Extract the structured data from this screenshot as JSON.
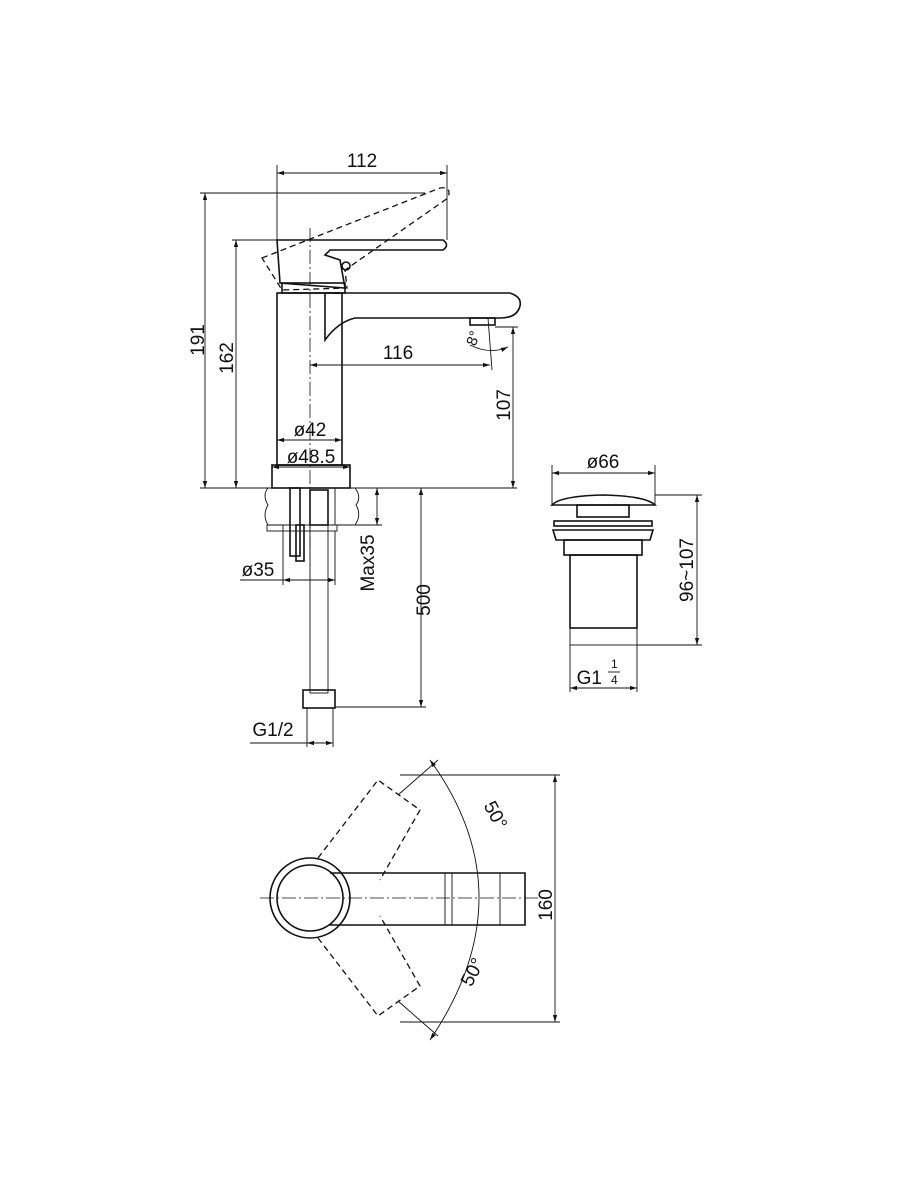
{
  "drawing": {
    "faucet_side": {
      "width_lever": "112",
      "height_total": "191",
      "height_lever": "162",
      "spout_reach": "116",
      "spout_height": "107",
      "spout_angle": "8°",
      "body_diameter": "ø42",
      "base_diameter": "ø48.5"
    },
    "installation": {
      "hole_diameter": "ø35",
      "max_counter": "Max35",
      "hose_length": "500",
      "hose_thread": "G1/2"
    },
    "drain": {
      "cap_diameter": "ø66",
      "height_range": "96~107",
      "thread_main": "G1",
      "thread_num": "1",
      "thread_den": "4"
    },
    "top_view": {
      "depth": "160",
      "angle_up": "50°",
      "angle_down": "50°"
    },
    "colors": {
      "line": "#111111",
      "background": "#ffffff"
    }
  }
}
